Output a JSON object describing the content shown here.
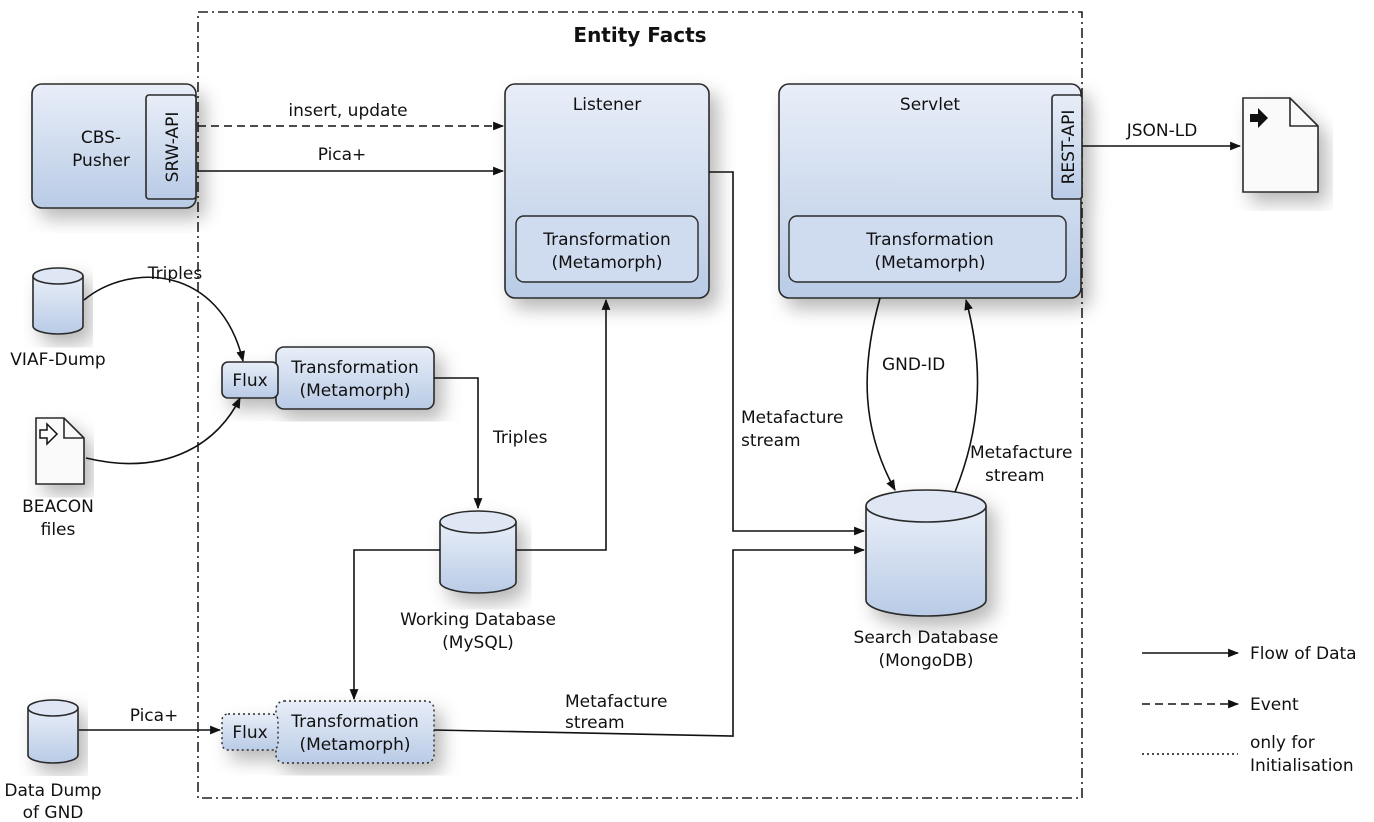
{
  "title": "Entity Facts",
  "nodes": {
    "cbs_pusher": "CBS-\nPusher",
    "srw_api": "SRW-API",
    "listener": "Listener",
    "listener_transform_1": "Transformation",
    "listener_transform_2": "(Metamorph)",
    "servlet": "Servlet",
    "rest_api": "REST-API",
    "servlet_transform_1": "Transformation",
    "servlet_transform_2": "(Metamorph)",
    "viaf_dump": "VIAF-Dump",
    "beacon_1": "BEACON",
    "beacon_2": "files",
    "flux_top": "Flux",
    "transform_mid_1": "Transformation",
    "transform_mid_2": "(Metamorph)",
    "working_db_1": "Working Database",
    "working_db_2": "(MySQL)",
    "search_db_1": "Search Database",
    "search_db_2": "(MongoDB)",
    "gnd_dump_1": "Data Dump",
    "gnd_dump_2": "of GND",
    "flux_bottom": "Flux",
    "transform_bot_1": "Transformation",
    "transform_bot_2": "(Metamorph)"
  },
  "edges": {
    "insert_update": "insert, update",
    "pica_top": "Pica+",
    "json_ld": "JSON-LD",
    "triples_viaf": "Triples",
    "triples_mid": "Triples",
    "metafacture_listener_1": "Metafacture",
    "metafacture_listener_2": "stream",
    "gnd_id": "GND-ID",
    "metafacture_servlet_1": "Metafacture",
    "metafacture_servlet_2": "stream",
    "pica_bottom": "Pica+",
    "metafacture_bottom_1": "Metafacture",
    "metafacture_bottom_2": "stream"
  },
  "legend": {
    "flow": "Flow of Data",
    "event": "Event",
    "init_1": "only for",
    "init_2": "Initialisation"
  }
}
